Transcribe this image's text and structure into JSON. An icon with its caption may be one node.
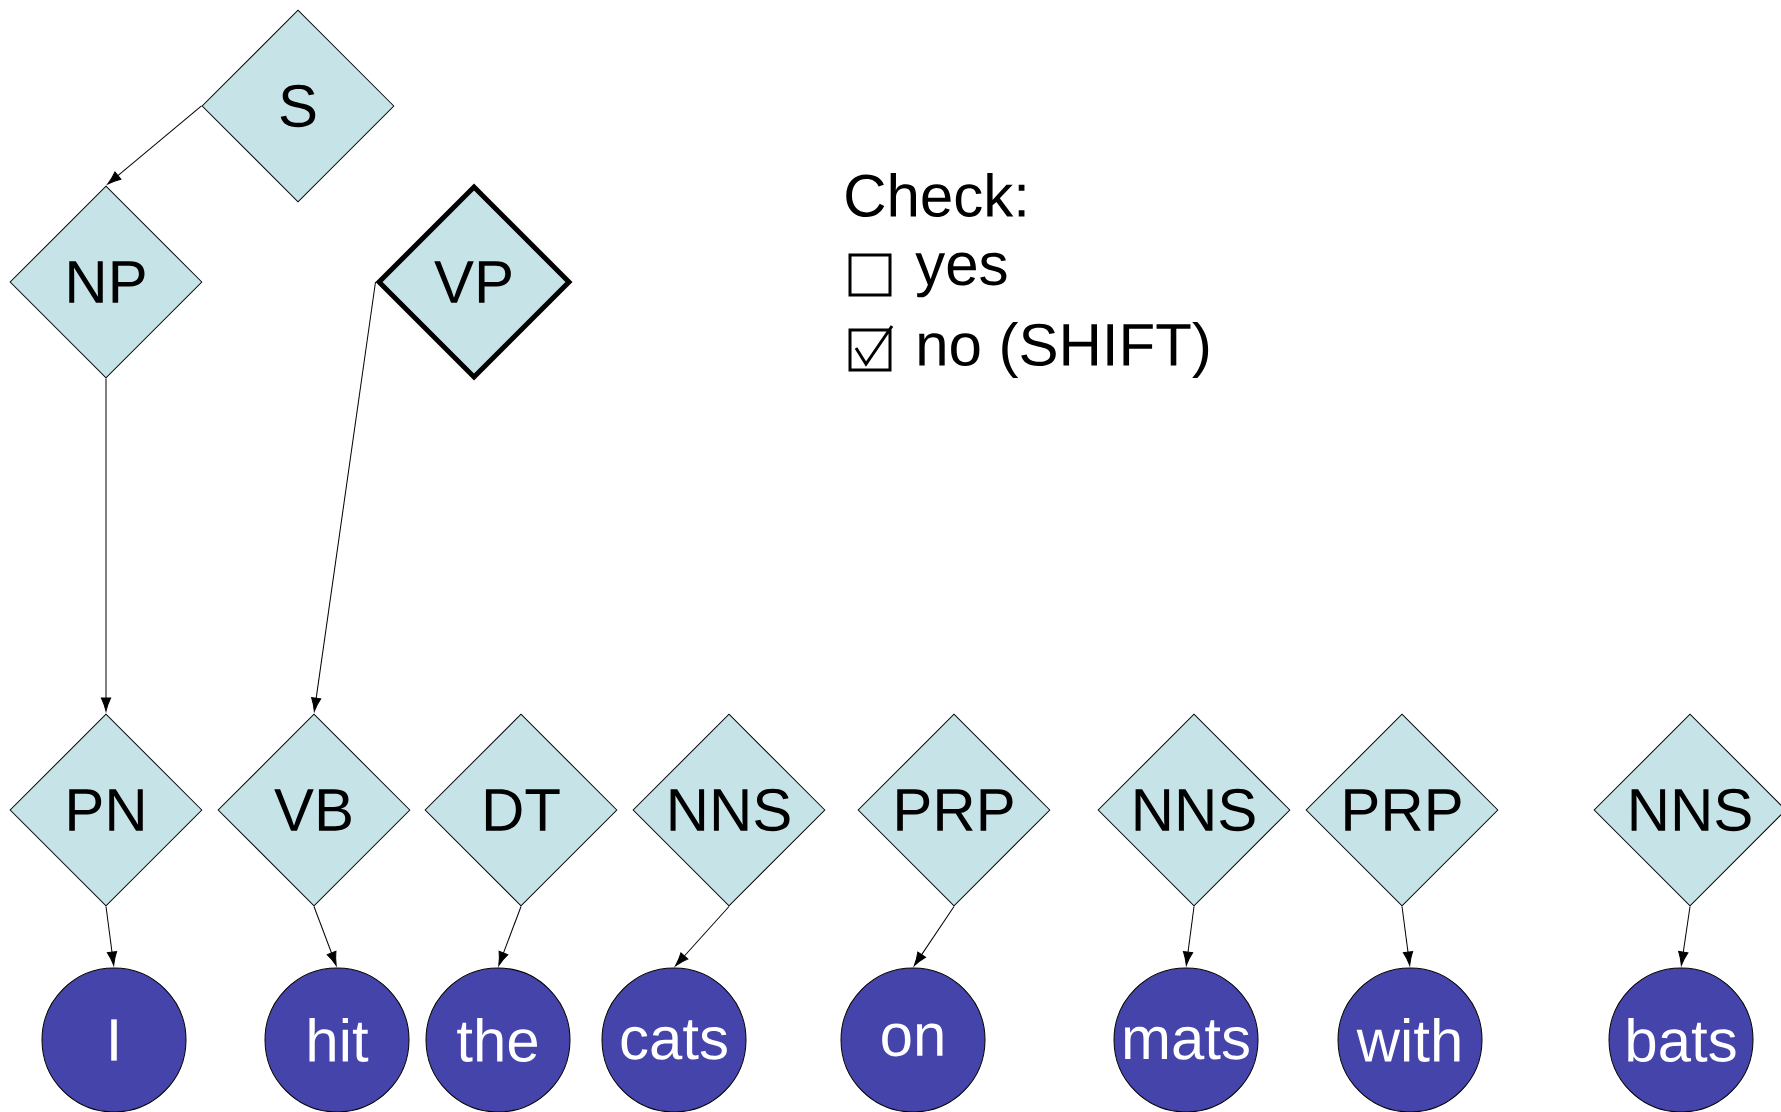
{
  "diagram": {
    "nodes": [
      {
        "text": [
          "S"
        ]
      },
      {
        "text": [
          "NP"
        ]
      },
      {
        "text": [
          "VP"
        ]
      },
      {
        "text": [
          "PN"
        ]
      },
      {
        "text": [
          "VB"
        ]
      },
      {
        "text": [
          "DT"
        ]
      },
      {
        "text": [
          "NNS"
        ]
      },
      {
        "text": [
          "PRP"
        ]
      },
      {
        "text": [
          "NNS"
        ]
      },
      {
        "text": [
          "PRP"
        ]
      },
      {
        "text": [
          "NNS"
        ]
      },
      {
        "text": [
          "I"
        ]
      },
      {
        "text": [
          "hit"
        ]
      },
      {
        "text": [
          "the"
        ]
      },
      {
        "text": [
          "cats"
        ]
      },
      {
        "text": [
          "on"
        ]
      },
      {
        "text": [
          "mats"
        ]
      },
      {
        "text": [
          "with"
        ]
      },
      {
        "text": [
          "bats"
        ]
      }
    ],
    "edges": [
      {
        "from": 0,
        "to": 1,
        "arrow": "to"
      },
      {
        "from": 1,
        "to": 3,
        "arrow": "to"
      },
      {
        "from": 2,
        "to": 4,
        "arrow": "to"
      },
      {
        "from": 3,
        "to": 11,
        "arrow": "to"
      },
      {
        "from": 4,
        "to": 12,
        "arrow": "to"
      },
      {
        "from": 5,
        "to": 13,
        "arrow": "to"
      },
      {
        "from": 6,
        "to": 14,
        "arrow": "to"
      },
      {
        "from": 7,
        "to": 15,
        "arrow": "to"
      },
      {
        "from": 8,
        "to": 16,
        "arrow": "to"
      },
      {
        "from": 9,
        "to": 17,
        "arrow": "to"
      },
      {
        "from": 10,
        "to": 18,
        "arrow": "to"
      }
    ],
    "labels": [
      "Check:",
      "yes",
      "no (SHIFT)"
    ]
  }
}
